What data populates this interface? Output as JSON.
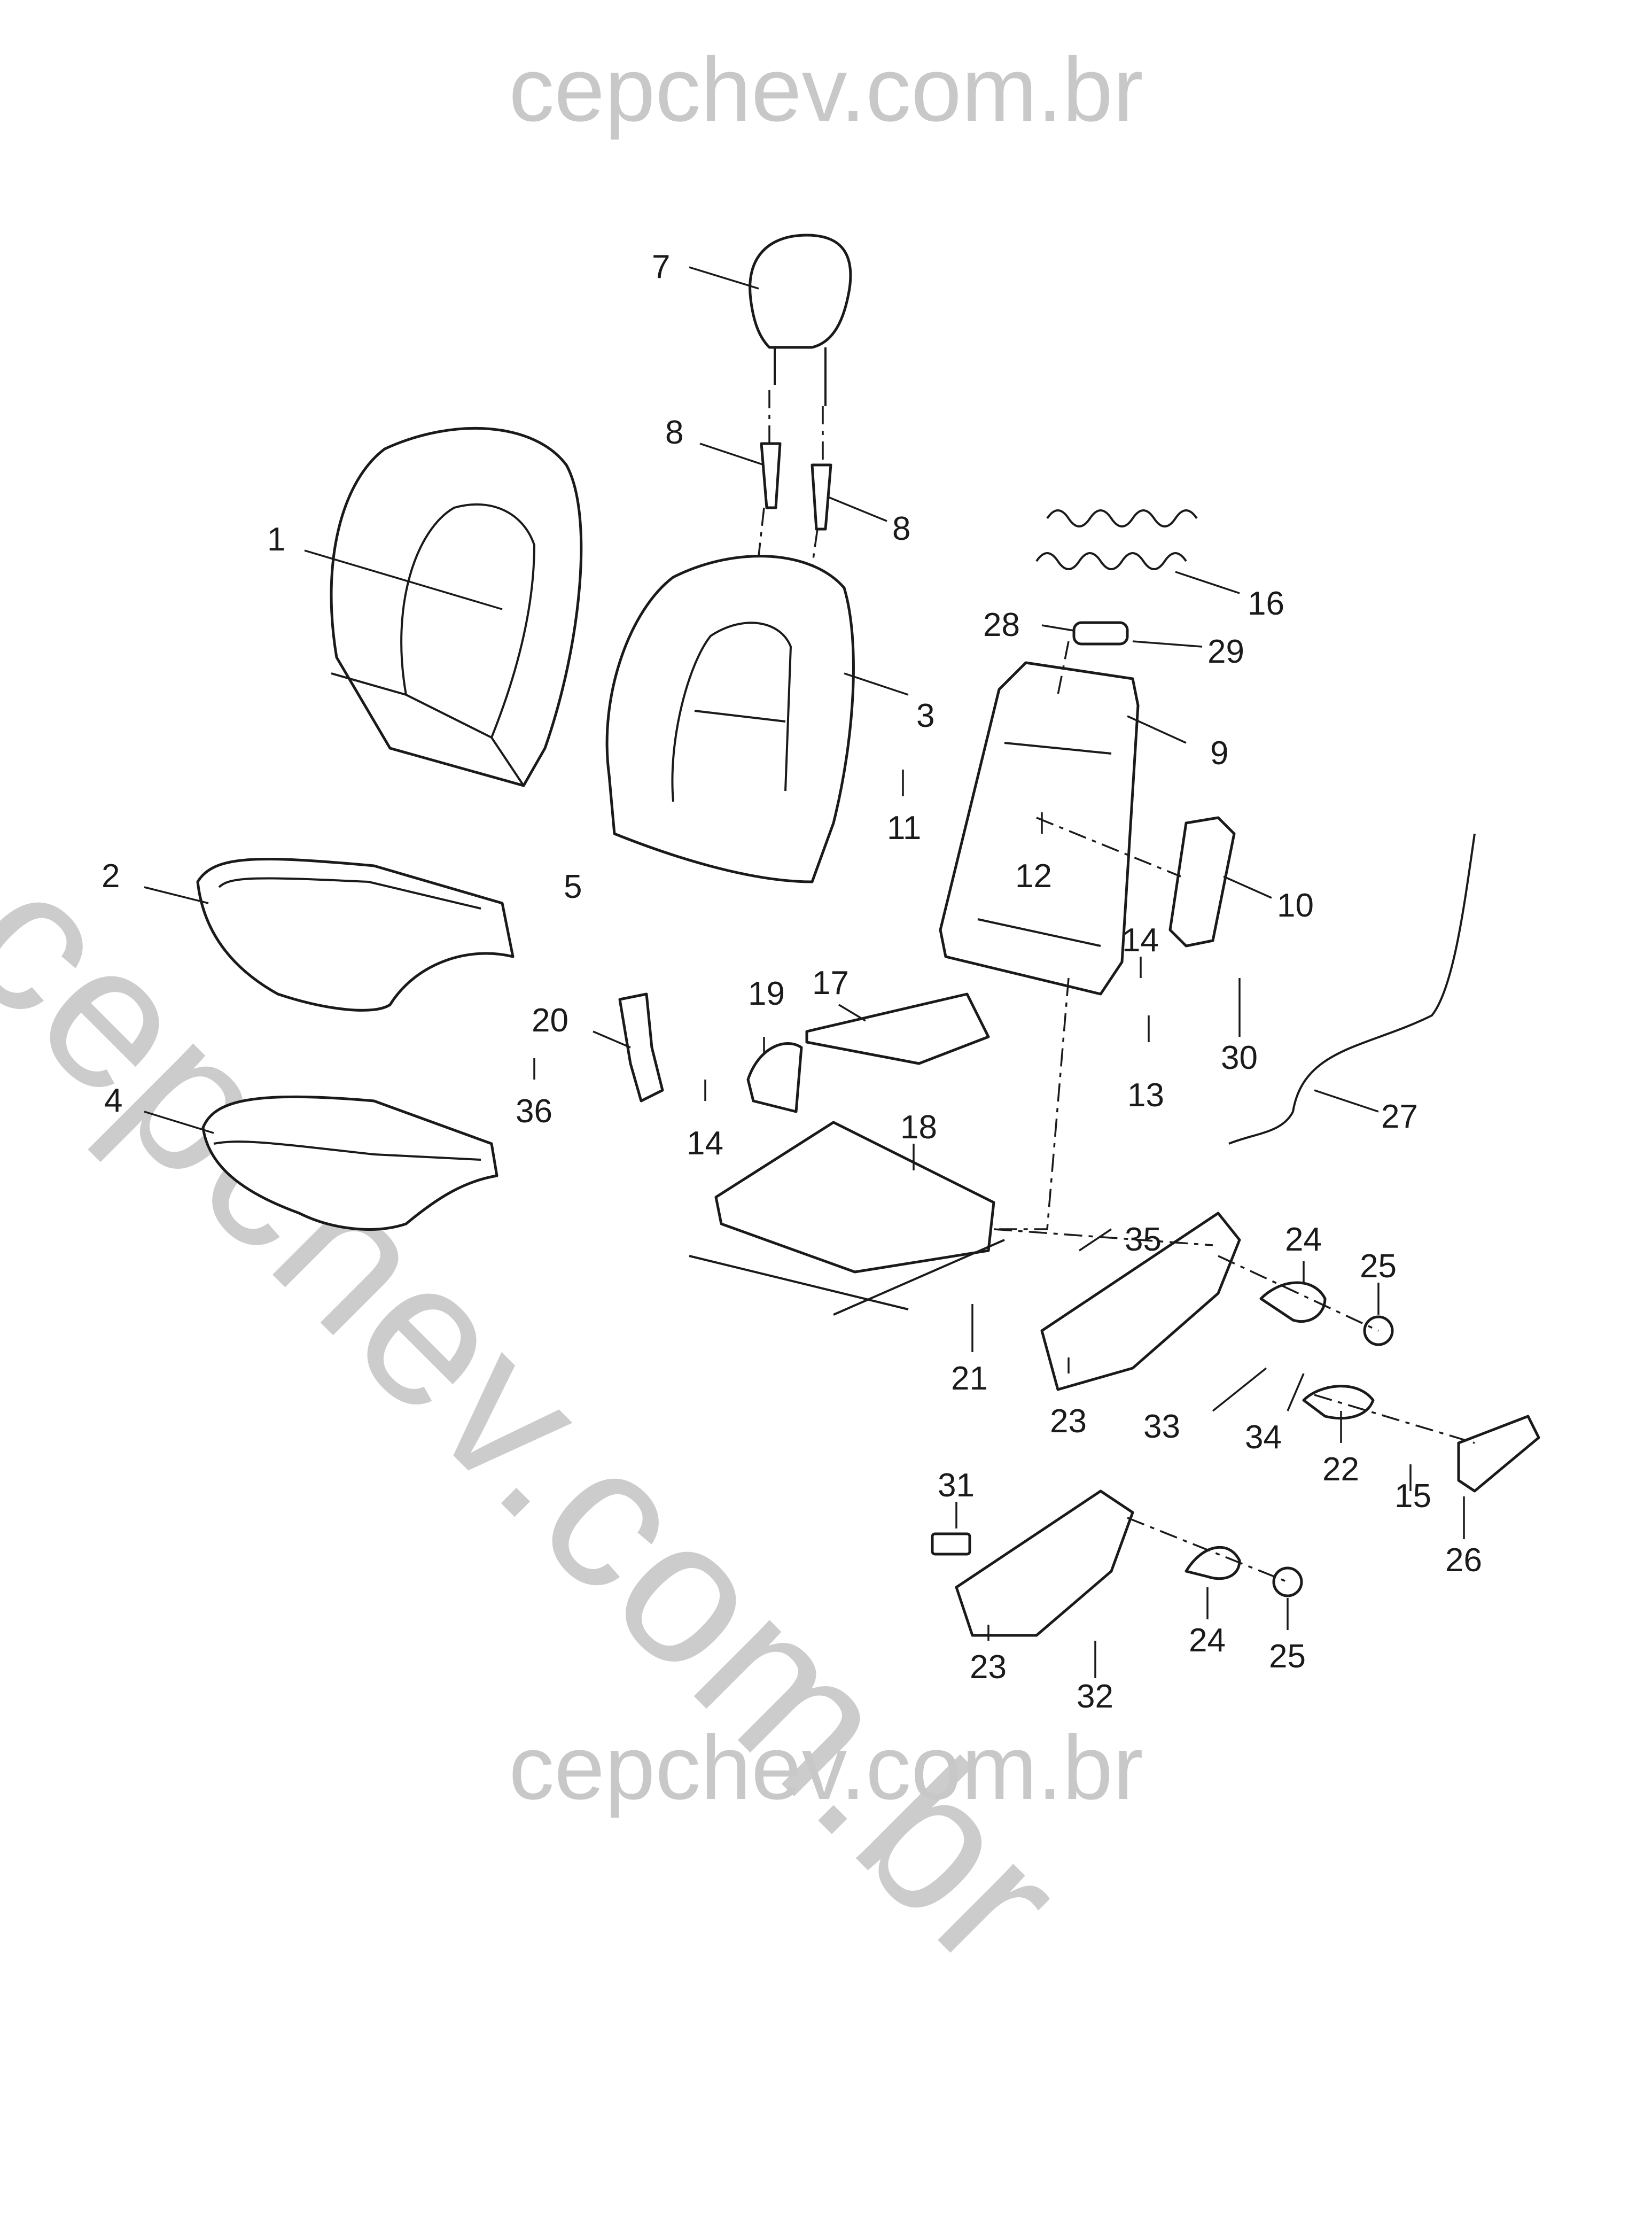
{
  "watermark": {
    "header": "cepchev.com.br",
    "footer": "cepchev.com.br",
    "diagonal": "cepchev.com.br"
  },
  "callouts": [
    "1",
    "2",
    "3",
    "4",
    "5",
    "7",
    "8",
    "8",
    "9",
    "10",
    "11",
    "12",
    "13",
    "14",
    "14",
    "15",
    "16",
    "17",
    "18",
    "19",
    "20",
    "21",
    "22",
    "23",
    "23",
    "24",
    "24",
    "25",
    "25",
    "26",
    "27",
    "28",
    "29",
    "30",
    "31",
    "32",
    "33",
    "34",
    "35",
    "36"
  ]
}
